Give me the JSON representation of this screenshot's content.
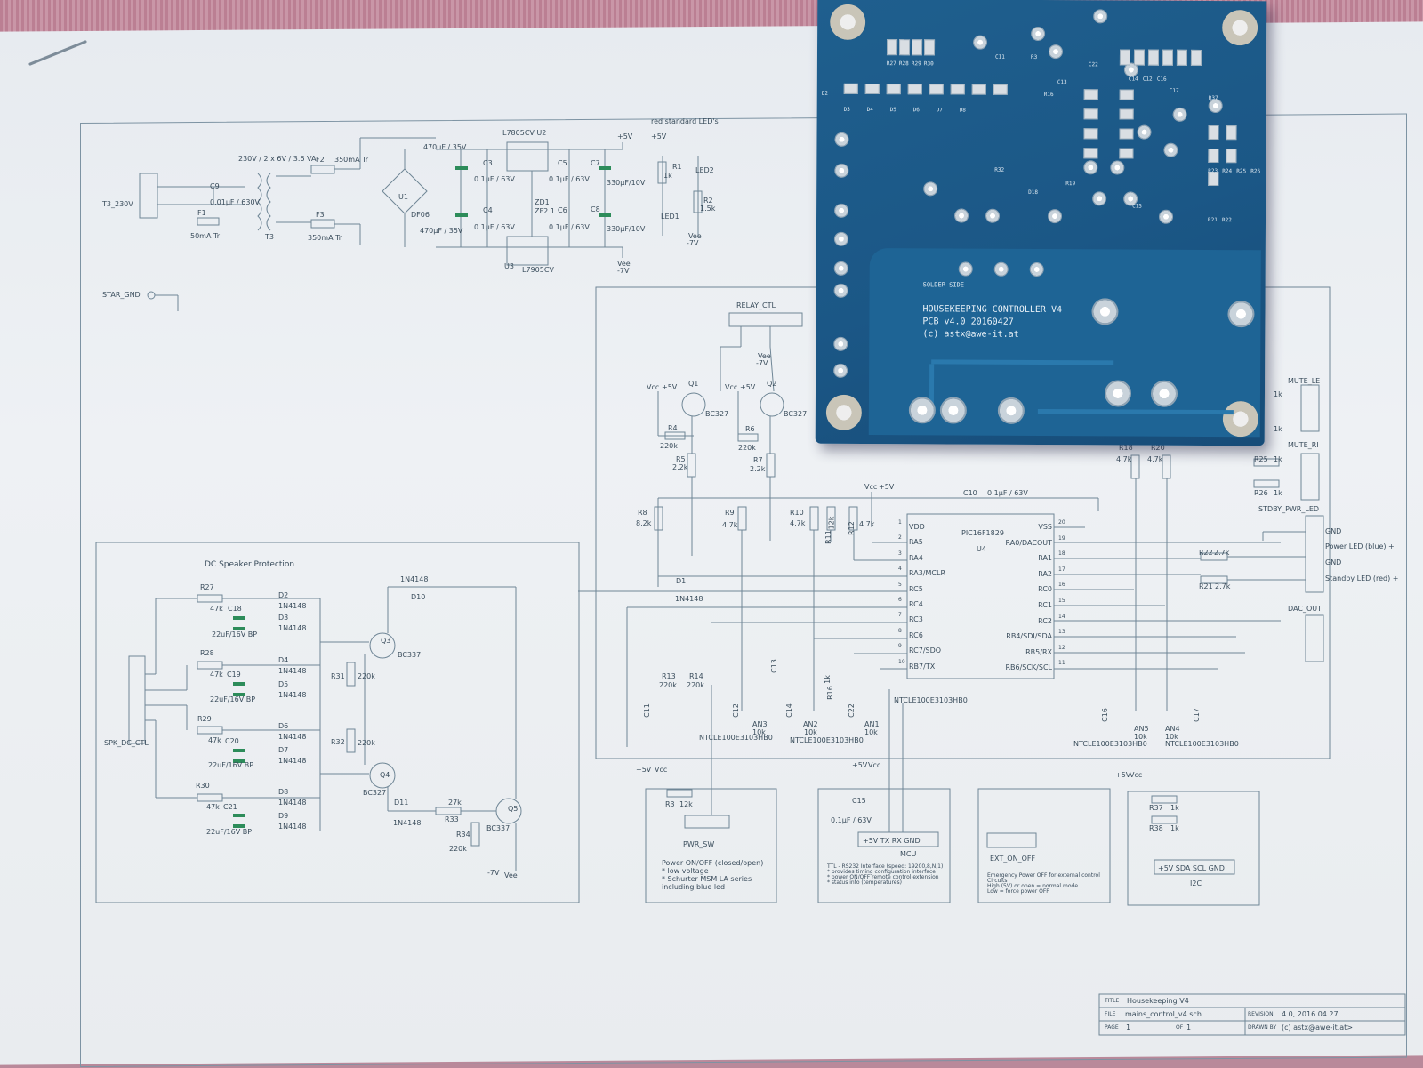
{
  "schematic": {
    "power": {
      "transformer": "230V / 2 x 6V / 3.6 VA",
      "t3_label": "T3_230V",
      "c9": "C9",
      "c9_val": "0.01µF / 630V",
      "f1": "F1",
      "f1_val": "50mA Tr",
      "f2": "F2",
      "f2_val": "350mA Tr",
      "f3": "F3",
      "f3_val": "350mA Tr",
      "t3": "T3",
      "u1": "U1",
      "df06": "DF06",
      "c1_val": "470µF / 35V",
      "c2_val": "470µF / 35V",
      "u2": "L7805CV  U2",
      "u3": "U3",
      "u3_name": "L7905CV",
      "c3": "C3",
      "c4": "C4",
      "c5": "C5",
      "c6": "C6",
      "c7": "C7",
      "c8": "C8",
      "cap01": "0.1µF / 63V",
      "zd1": "ZD1",
      "zd1_val": "ZF2.1",
      "c7_val": "330µF/10V",
      "c8_val": "330µF/10V",
      "plus5v": "+5V",
      "vcc": "Vcc",
      "vee": "Vee",
      "minus7v": "-7V",
      "led_note": "red standard LED's",
      "r1": "R1",
      "r1_val": "1k",
      "r2": "R2",
      "r2_val": "1.5k",
      "led1": "LED1",
      "led2": "LED2",
      "star_gnd": "STAR_GND"
    },
    "relay": {
      "title": "RELAY_CTL",
      "q1": "Q1",
      "q2": "Q2",
      "bc327": "BC327",
      "r4": "R4",
      "r4_val": "220k",
      "r6": "R6",
      "r6_val": "220k",
      "r5": "R5",
      "r5_val": "2.2k",
      "r7": "R7",
      "r7_val": "2.2k"
    },
    "mcu": {
      "name": "PIC16F1829",
      "ref": "U4",
      "left_pins": [
        "VDD",
        "RA5",
        "RA4",
        "RA3/MCLR",
        "RC5",
        "RC4",
        "RC3",
        "RC6",
        "RC7/SDO",
        "RB7/TX"
      ],
      "left_nums": [
        "1",
        "2",
        "3",
        "4",
        "5",
        "6",
        "7",
        "8",
        "9",
        "10"
      ],
      "right_pins": [
        "VSS",
        "RA0/DACOUT",
        "RA1",
        "RA2",
        "RC0",
        "RC1",
        "RC2",
        "RB4/SDI/SDA",
        "RB5/RX",
        "RB6/SCK/SCL"
      ],
      "right_nums": [
        "20",
        "19",
        "18",
        "17",
        "16",
        "15",
        "14",
        "13",
        "12",
        "11"
      ],
      "c10": "C10",
      "c10_val": "0.1µF / 63V",
      "r8": "R8",
      "r8_val": "8.2k",
      "r9": "R9",
      "r9_val": "4.7k",
      "r10": "R10",
      "r10_val": "4.7k",
      "r11": "R11",
      "r11_val": "12k",
      "r12": "R12",
      "r12_val": "4.7k",
      "d1": "D1",
      "d1_val": "1N4148",
      "r13": "R13",
      "r13_val": "220k",
      "r14": "R14",
      "r14_val": "220k",
      "r16": "R16",
      "r16_val": "1k",
      "c11": "C11",
      "c12": "C12",
      "c13": "C13",
      "c14": "C14",
      "c22": "C22",
      "c16": "C16",
      "c17": "C17",
      "an3": "AN3",
      "an2": "AN2",
      "an1": "AN1",
      "an5": "AN5",
      "an4": "AN4",
      "k10": "10k",
      "ntc": "NTCLE100E3103HB0",
      "r18": "R18",
      "r18_val": "4.7k",
      "r20": "R20",
      "r20_val": "4.7k"
    },
    "right_conn": {
      "mute_le": "MUTE_LE",
      "mute_ri": "MUTE_RI",
      "r25": "R25",
      "r26": "R26",
      "k1": "1k",
      "stdby": "STDBY_PWR_LED",
      "gnd": "GND",
      "power_led": "Power LED (blue) +",
      "standby_led": "Standby LED (red) +",
      "r22": "R22",
      "r22_val": "2.7k",
      "r21": "R21",
      "r21_val": "2.7k",
      "dac_out": "DAC_OUT"
    },
    "speaker": {
      "title": "DC Speaker Protection",
      "r27": "R27",
      "r28": "R28",
      "r29": "R29",
      "r30": "R30",
      "k47": "47k",
      "c18": "C18",
      "c19": "C19",
      "c20": "C20",
      "c21": "C21",
      "cap_bp": "22uF/16V BP",
      "diodes": [
        "D2",
        "D3",
        "D4",
        "D5",
        "D6",
        "D7",
        "D8",
        "D9"
      ],
      "d_val": "1N4148",
      "r31": "R31",
      "r32": "R32",
      "k220": "220k",
      "q3": "Q3",
      "q4": "Q4",
      "q5": "Q5",
      "bc337": "BC337",
      "bc327": "BC327",
      "d10": "D10",
      "d11": "D11",
      "r33": "R33",
      "r33_val": "27k",
      "r34": "R34",
      "r34_val": "220k",
      "conn": "SPK_DC_CTL"
    },
    "bottom": {
      "pwr_sw": "PWR_SW",
      "r3": "R3",
      "r3_val": "12k",
      "pwr_note": [
        "Power ON/OFF (closed/open)",
        "* low voltage",
        "* Schurter MSM LA series",
        "  including blue led"
      ],
      "c15": "C15",
      "c15_val": "0.1µF / 63V",
      "mcu_conn": "MCU",
      "mcu_pins": "+5V  TX  RX  GND",
      "mcu_note": [
        "TTL - RS232 Interface (speed: 19200,8,N,1)",
        "* provides timing configuration interface",
        "* power ON/OFF remote control extension",
        "* status info (temperatures)"
      ],
      "ext_on_off": "EXT_ON_OFF",
      "ext_note": [
        "Emergency Power OFF for external control",
        "Circuits",
        "High (5V) or open = normal mode",
        "Low = force power OFF"
      ],
      "i2c": "I2C",
      "i2c_pins": "+5V  SDA  SCL  GND",
      "r37": "R37",
      "r38": "R38",
      "k1": "1k"
    },
    "title_block": {
      "title_key": "TITLE",
      "title": "Housekeeping V4",
      "file_key": "FILE",
      "file": "mains_control_v4.sch",
      "rev_key": "REVISION",
      "rev": "4.0, 2016.04.27",
      "page_key": "PAGE",
      "page": "1",
      "of_key": "OF",
      "of": "1",
      "drawn_key": "DRAWN BY",
      "drawn": "(c) astx@awe-it.at>"
    }
  },
  "pcb": {
    "silk_main": "HOUSEKEEPING CONTROLLER V4\nPCB v4.0 20160427\n(c) astx@awe-it.at",
    "solder_side": "SOLDER SIDE",
    "refs": [
      "R27",
      "R28",
      "R29",
      "R30",
      "C11",
      "R3",
      "C22",
      "C14",
      "C12",
      "C16",
      "C17",
      "C13",
      "R16",
      "D2",
      "D3",
      "D4",
      "D5",
      "D6",
      "D7",
      "D8",
      "R37",
      "R23",
      "R24",
      "R25",
      "R26",
      "R21",
      "R22",
      "C15",
      "D18",
      "R19",
      "R32"
    ]
  },
  "colors": {
    "pcb": "#1b5786",
    "ink": "#3a4d5c",
    "wire": "#6f8696",
    "cap_fill": "#2d8c5a",
    "tablecloth": "#bb7f93"
  }
}
